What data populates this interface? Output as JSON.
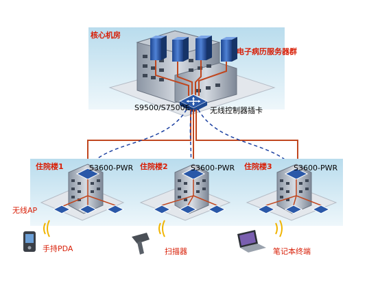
{
  "core": {
    "title": "核心机房",
    "server_label": "电子病历服务器群",
    "switch_label": "S9500/S7500E",
    "wireless_card_label": "无线控制器插卡"
  },
  "buildings": [
    {
      "label": "住院楼1",
      "switch": "S3600-PWR"
    },
    {
      "label": "住院楼2",
      "switch": "S3600-PWR"
    },
    {
      "label": "住院楼3",
      "switch": "S3600-PWR"
    }
  ],
  "devices": {
    "ap_label": "无线AP",
    "pda_label": "手持PDA",
    "scanner_label": "扫描器",
    "laptop_label": "笔记本终端"
  },
  "colors": {
    "panel": "#cfe6f1",
    "wired_link": "#c0461e",
    "wireless_link": "#1a3fa0",
    "label_red": "#d81e06",
    "server": "#2b5fb0"
  }
}
